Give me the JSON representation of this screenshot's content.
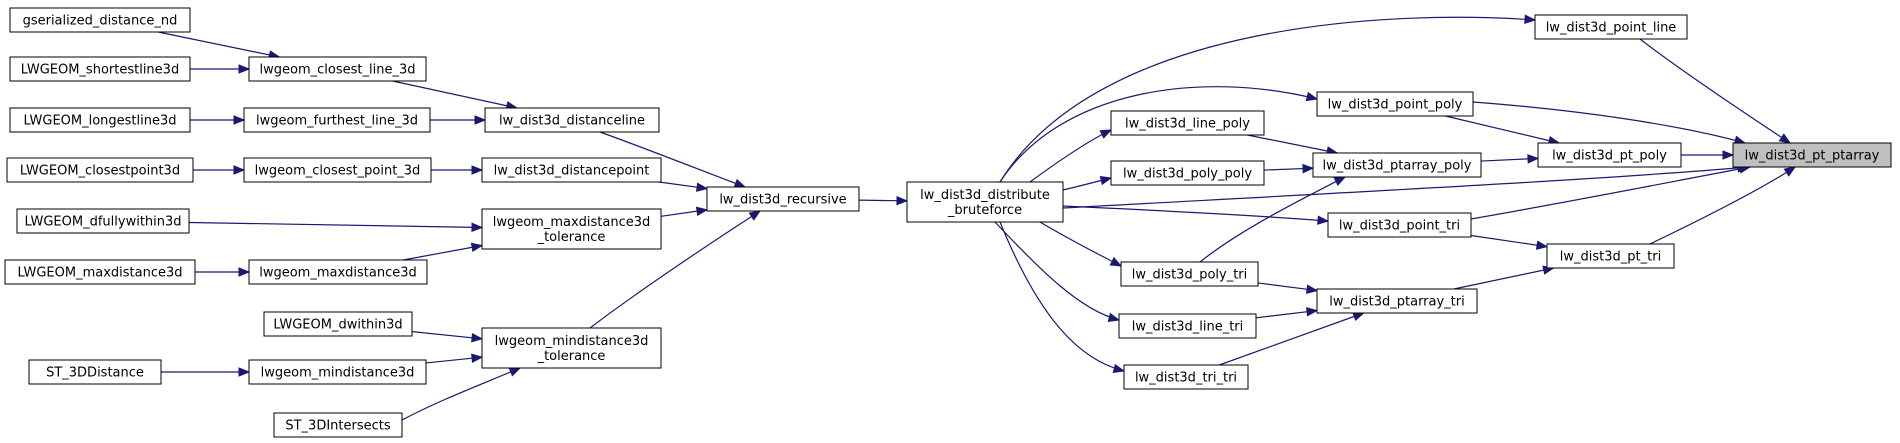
{
  "diagram": {
    "type": "call-graph",
    "nodes": [
      {
        "id": "n_pt_ptarray",
        "lines": [
          "lw_dist3d_pt_ptarray"
        ],
        "root": true
      },
      {
        "id": "n_point_line",
        "lines": [
          "lw_dist3d_point_line"
        ]
      },
      {
        "id": "n_point_poly",
        "lines": [
          "lw_dist3d_point_poly"
        ]
      },
      {
        "id": "n_pt_poly",
        "lines": [
          "lw_dist3d_pt_poly"
        ]
      },
      {
        "id": "n_point_tri",
        "lines": [
          "lw_dist3d_point_tri"
        ]
      },
      {
        "id": "n_pt_tri",
        "lines": [
          "lw_dist3d_pt_tri"
        ]
      },
      {
        "id": "n_ptarray_poly",
        "lines": [
          "lw_dist3d_ptarray_poly"
        ]
      },
      {
        "id": "n_ptarray_tri",
        "lines": [
          "lw_dist3d_ptarray_tri"
        ]
      },
      {
        "id": "n_line_poly",
        "lines": [
          "lw_dist3d_line_poly"
        ]
      },
      {
        "id": "n_poly_poly",
        "lines": [
          "lw_dist3d_poly_poly"
        ]
      },
      {
        "id": "n_poly_tri",
        "lines": [
          "lw_dist3d_poly_tri"
        ]
      },
      {
        "id": "n_line_tri",
        "lines": [
          "lw_dist3d_line_tri"
        ]
      },
      {
        "id": "n_tri_tri",
        "lines": [
          "lw_dist3d_tri_tri"
        ]
      },
      {
        "id": "n_distribute",
        "lines": [
          "lw_dist3d_distribute",
          "_bruteforce"
        ]
      },
      {
        "id": "n_recursive",
        "lines": [
          "lw_dist3d_recursive"
        ]
      },
      {
        "id": "n_distanceline",
        "lines": [
          "lw_dist3d_distanceline"
        ]
      },
      {
        "id": "n_distancepoint",
        "lines": [
          "lw_dist3d_distancepoint"
        ]
      },
      {
        "id": "n_maxdist_tol",
        "lines": [
          "lwgeom_maxdistance3d",
          "_tolerance"
        ]
      },
      {
        "id": "n_mindist_tol",
        "lines": [
          "lwgeom_mindistance3d",
          "_tolerance"
        ]
      },
      {
        "id": "n_closest_line",
        "lines": [
          "lwgeom_closest_line_3d"
        ]
      },
      {
        "id": "n_furthest_line",
        "lines": [
          "lwgeom_furthest_line_3d"
        ]
      },
      {
        "id": "n_closest_point",
        "lines": [
          "lwgeom_closest_point_3d"
        ]
      },
      {
        "id": "n_lwgeom_maxdist",
        "lines": [
          "lwgeom_maxdistance3d"
        ]
      },
      {
        "id": "n_lwgeom_mindist",
        "lines": [
          "lwgeom_mindistance3d"
        ]
      },
      {
        "id": "n_gserialized",
        "lines": [
          "gserialized_distance_nd"
        ]
      },
      {
        "id": "n_shortestline",
        "lines": [
          "LWGEOM_shortestline3d"
        ]
      },
      {
        "id": "n_longestline",
        "lines": [
          "LWGEOM_longestline3d"
        ]
      },
      {
        "id": "n_closestpoint",
        "lines": [
          "LWGEOM_closestpoint3d"
        ]
      },
      {
        "id": "n_dfullywithin",
        "lines": [
          "LWGEOM_dfullywithin3d"
        ]
      },
      {
        "id": "n_maxdistance3d",
        "lines": [
          "LWGEOM_maxdistance3d"
        ]
      },
      {
        "id": "n_dwithin",
        "lines": [
          "LWGEOM_dwithin3d"
        ]
      },
      {
        "id": "n_st3ddistance",
        "lines": [
          "ST_3DDistance"
        ]
      },
      {
        "id": "n_st3dintersects",
        "lines": [
          "ST_3DIntersects"
        ]
      }
    ],
    "edges": [
      {
        "from": "n_point_line",
        "to": "n_pt_ptarray"
      },
      {
        "from": "n_point_poly",
        "to": "n_pt_ptarray"
      },
      {
        "from": "n_pt_poly",
        "to": "n_pt_ptarray"
      },
      {
        "from": "n_point_tri",
        "to": "n_pt_ptarray"
      },
      {
        "from": "n_pt_tri",
        "to": "n_pt_ptarray"
      },
      {
        "from": "n_point_poly",
        "to": "n_pt_poly"
      },
      {
        "from": "n_ptarray_poly",
        "to": "n_pt_poly"
      },
      {
        "from": "n_point_tri",
        "to": "n_pt_tri"
      },
      {
        "from": "n_ptarray_tri",
        "to": "n_pt_tri"
      },
      {
        "from": "n_line_poly",
        "to": "n_ptarray_poly"
      },
      {
        "from": "n_poly_poly",
        "to": "n_ptarray_poly"
      },
      {
        "from": "n_poly_tri",
        "to": "n_ptarray_poly"
      },
      {
        "from": "n_poly_tri",
        "to": "n_ptarray_tri"
      },
      {
        "from": "n_line_tri",
        "to": "n_ptarray_tri"
      },
      {
        "from": "n_tri_tri",
        "to": "n_ptarray_tri"
      },
      {
        "from": "n_distribute",
        "to": "n_point_line"
      },
      {
        "from": "n_distribute",
        "to": "n_point_poly"
      },
      {
        "from": "n_distribute",
        "to": "n_point_tri"
      },
      {
        "from": "n_distribute",
        "to": "n_pt_ptarray"
      },
      {
        "from": "n_distribute",
        "to": "n_line_poly"
      },
      {
        "from": "n_distribute",
        "to": "n_poly_poly"
      },
      {
        "from": "n_distribute",
        "to": "n_poly_tri"
      },
      {
        "from": "n_distribute",
        "to": "n_line_tri"
      },
      {
        "from": "n_distribute",
        "to": "n_tri_tri"
      },
      {
        "from": "n_recursive",
        "to": "n_distribute"
      },
      {
        "from": "n_distanceline",
        "to": "n_recursive"
      },
      {
        "from": "n_distancepoint",
        "to": "n_recursive"
      },
      {
        "from": "n_maxdist_tol",
        "to": "n_recursive"
      },
      {
        "from": "n_mindist_tol",
        "to": "n_recursive"
      },
      {
        "from": "n_closest_line",
        "to": "n_distanceline"
      },
      {
        "from": "n_furthest_line",
        "to": "n_distanceline"
      },
      {
        "from": "n_closest_point",
        "to": "n_distancepoint"
      },
      {
        "from": "n_dfullywithin",
        "to": "n_maxdist_tol"
      },
      {
        "from": "n_lwgeom_maxdist",
        "to": "n_maxdist_tol"
      },
      {
        "from": "n_dwithin",
        "to": "n_mindist_tol"
      },
      {
        "from": "n_lwgeom_mindist",
        "to": "n_mindist_tol"
      },
      {
        "from": "n_st3dintersects",
        "to": "n_mindist_tol"
      },
      {
        "from": "n_gserialized",
        "to": "n_closest_line"
      },
      {
        "from": "n_shortestline",
        "to": "n_closest_line"
      },
      {
        "from": "n_longestline",
        "to": "n_furthest_line"
      },
      {
        "from": "n_closestpoint",
        "to": "n_closest_point"
      },
      {
        "from": "n_maxdistance3d",
        "to": "n_lwgeom_maxdist"
      },
      {
        "from": "n_st3ddistance",
        "to": "n_lwgeom_mindist"
      }
    ]
  },
  "colors": {
    "edge": "#191970",
    "node_border": "#000000",
    "node_fill": "#ffffff",
    "root_fill": "#bfbfbf"
  }
}
